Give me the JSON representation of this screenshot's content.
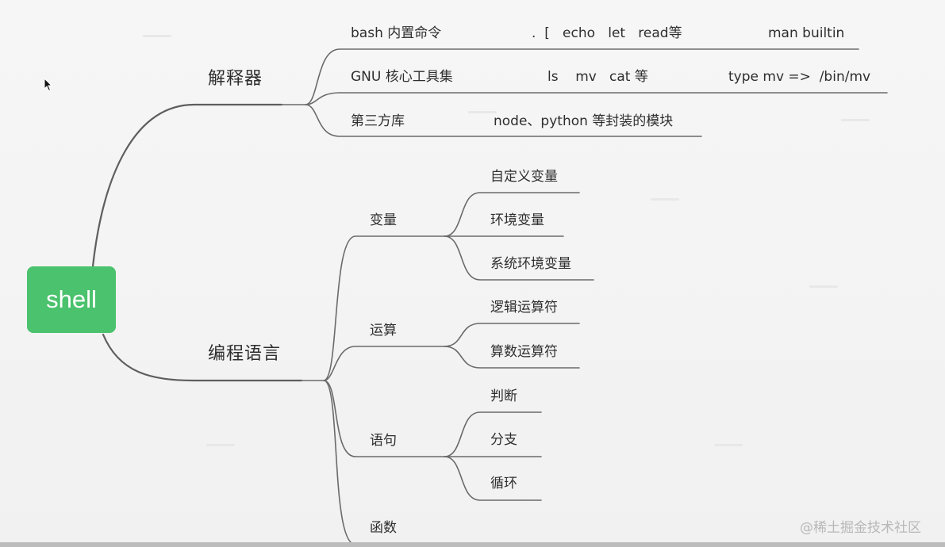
{
  "root": {
    "label": "shell",
    "color": "#4bc26d"
  },
  "branches": {
    "interpreter": {
      "label": "解释器",
      "items": [
        {
          "name": "bash 内置命令",
          "example": ".  [   echo   let   read等",
          "note": "man builtin"
        },
        {
          "name": "GNU 核心工具集",
          "example": "ls    mv   cat 等",
          "note": "type mv =>  /bin/mv"
        },
        {
          "name": "第三方库",
          "example": "node、python 等封装的模块",
          "note": ""
        }
      ]
    },
    "language": {
      "label": "编程语言",
      "groups": [
        {
          "label": "变量",
          "children": [
            "自定义变量",
            "环境变量",
            "系统环境变量"
          ]
        },
        {
          "label": "运算",
          "children": [
            "逻辑运算符",
            "算数运算符"
          ]
        },
        {
          "label": "语句",
          "children": [
            "判断",
            "分支",
            "循环"
          ]
        },
        {
          "label": "函数",
          "children": []
        }
      ]
    }
  },
  "watermark": "@稀土掘金技术社区",
  "icons": {
    "cursor": "mouse-pointer-icon"
  }
}
